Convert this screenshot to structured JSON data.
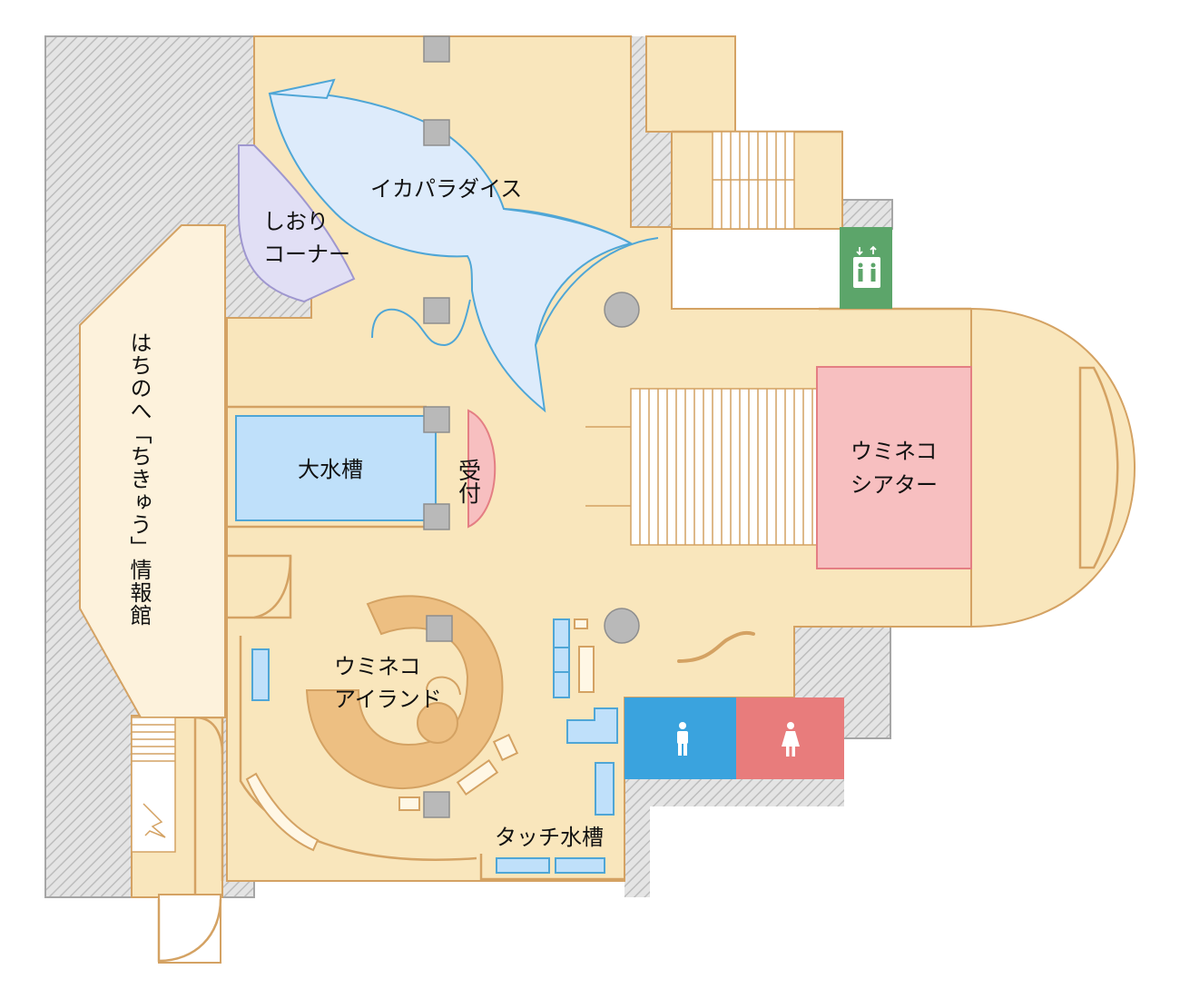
{
  "map": {
    "rooms": {
      "ika_paradise": "イカパラダイス",
      "shiori_corner": [
        "しおり",
        "コーナー"
      ],
      "hachinohe_info": "はちのへ「ちきゅう」情報館",
      "main_tank": "大水槽",
      "reception": "受付",
      "umineko_theater": [
        "ウミネコ",
        "シアター"
      ],
      "umineko_island": [
        "ウミネコ",
        "アイランド"
      ],
      "touch_tank": "タッチ水槽"
    },
    "icons": {
      "elevator": "elevator-icon",
      "toilet_men": "male-toilet-icon",
      "toilet_women": "female-toilet-icon"
    },
    "colors": {
      "floor": "#F9E6BC",
      "wall_line": "#D4A263",
      "hatch_bg": "#E4E4E4",
      "hatch_line": "#BDBDBD",
      "outline": "#A6A6A6",
      "aquarium_fill": "#DDEBFB",
      "aquarium_line": "#4FA6D6",
      "tank_fill": "#BFE0FA",
      "corner_fill": "#E1DFF5",
      "corner_line": "#9F97CF",
      "info_fill": "#FDF2DC",
      "theater_fill": "#F7BFC0",
      "theater_line": "#E47E83",
      "island_fill": "#EDBF82",
      "elevator": "#5CA56A",
      "toilet_men": "#3AA3DE",
      "toilet_women": "#E87C7C",
      "pillar": "#B9B9B9"
    }
  }
}
